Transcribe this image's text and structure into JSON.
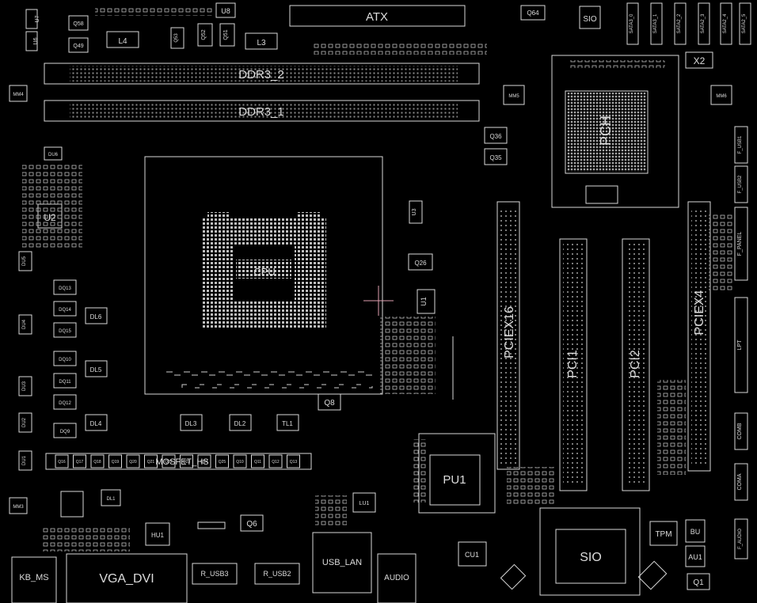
{
  "board": {
    "colors": {
      "background": "#000000",
      "outline": "#d9d9d9",
      "dim": "#9a9a9a",
      "marker": "#e0a0b0"
    },
    "slots": {
      "atx": "ATX",
      "ddr3_2": "DDR3_2",
      "ddr3_1": "DDR3_1",
      "pciex16": "PCIEX16",
      "pci1": "PCI1",
      "pci2": "PCI2",
      "pciex4": "PCIEX4"
    },
    "chips": {
      "pch": "PCH",
      "pu1": "PU1",
      "sio": "SIO",
      "tpm": "TPM",
      "bu": "BU",
      "au1": "AU1",
      "q1": "Q1",
      "x2": "X2",
      "u2": "U2",
      "u3": "U3",
      "u1": "U1",
      "u8": "U8",
      "cu1": "CU1",
      "hu1": "HU1",
      "lu1": "LU1",
      "q8": "Q8",
      "q6": "Q6",
      "q26": "Q26",
      "q36": "Q36",
      "q35": "Q35",
      "q64": "Q64",
      "q58": "Q58",
      "q49": "Q49",
      "q52": "Q52",
      "q51": "Q51",
      "q53": "Q53",
      "l4": "L4",
      "l3": "L3",
      "tl1": "TL1",
      "dl1": "DL1",
      "dl2": "DL2",
      "dl3": "DL3",
      "dl4": "DL4",
      "dl5": "DL5",
      "dl6": "DL6"
    },
    "connectors": {
      "kb_ms": "KB_MS",
      "vga_dvi": "VGA_DVI",
      "r_usb3": "R_USB3",
      "r_usb2": "R_USB2",
      "usb_lan": "USB_LAN",
      "audio": "AUDIO",
      "f_panel": "F_PANEL",
      "lpt": "LPT",
      "comb": "COMB",
      "coma": "COMA",
      "f_usb1": "F_USB1",
      "f_usb2": "F_USB2",
      "f_audio": "F_AUDIO",
      "mosfet_hs": "MOSFET_HS"
    },
    "sata": [
      "SATA3_0",
      "SATA3_1",
      "SATA2_2",
      "SATA2_3",
      "SATA2_4",
      "SATA2_5"
    ],
    "mosfets_top": [
      "Q16",
      "Q17",
      "Q18",
      "Q19",
      "Q20",
      "Q21",
      "Q22",
      "Q23",
      "Q24",
      "Q25",
      "Q10",
      "Q11",
      "Q12",
      "Q13"
    ],
    "left_column": [
      "DQ13",
      "DQ14",
      "DQ15",
      "DQ10",
      "DQ11",
      "DQ12",
      "DQ9"
    ],
    "small_labels": {
      "mm4": "MM4",
      "mm5": "MM5",
      "mm6": "MM6",
      "mm3": "MM3",
      "du1": "DU1",
      "du2": "DU2",
      "du3": "DU3",
      "du4": "DU4",
      "du5": "DU5",
      "du6": "DU6",
      "u7": "U7",
      "u6": "U6",
      "cpu": "CPU"
    }
  }
}
